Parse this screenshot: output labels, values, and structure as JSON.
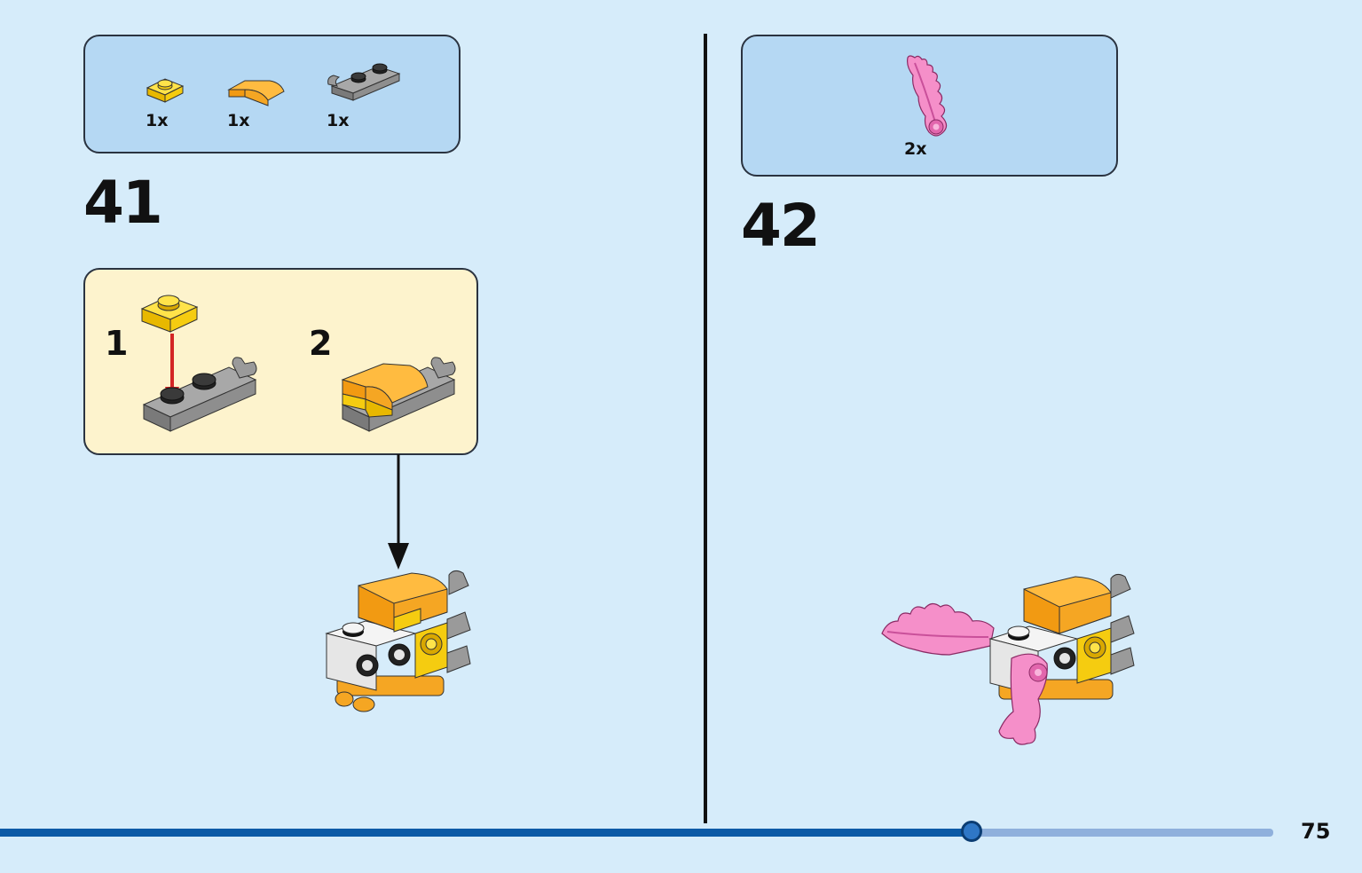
{
  "step41": {
    "number": "41",
    "parts": [
      {
        "qty": "1x",
        "icon": "yellow-plate-1x1-icon"
      },
      {
        "qty": "1x",
        "icon": "orange-slope-icon"
      },
      {
        "qty": "1x",
        "icon": "grey-plate-clip-icon"
      }
    ],
    "substeps": [
      {
        "number": "1"
      },
      {
        "number": "2"
      }
    ]
  },
  "step42": {
    "number": "42",
    "parts": [
      {
        "qty": "2x",
        "icon": "pink-wing-icon"
      }
    ]
  },
  "footer": {
    "progress_fraction": 0.763,
    "page_number": "75"
  },
  "colors": {
    "background": "#d6ecfa",
    "parts_box": "#b5d8f3",
    "subassembly_box": "#fdf3cd",
    "progress_fill": "#0b5aa6",
    "progress_track": "#8fb0dc"
  }
}
